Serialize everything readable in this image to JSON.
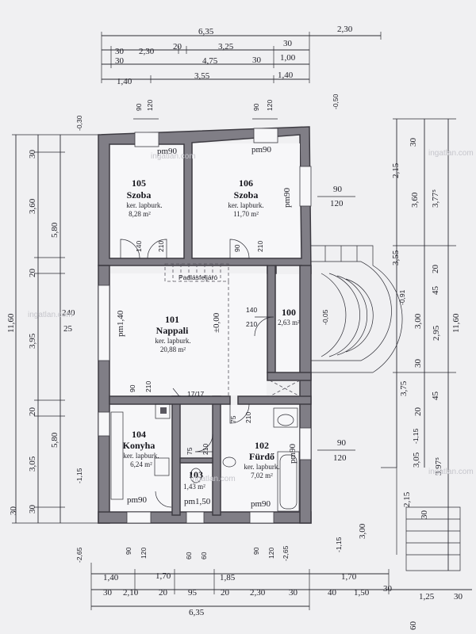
{
  "watermark": "ingatlan.com",
  "floor_code": "ker. lapburk.",
  "rooms": [
    {
      "num": "105",
      "name": "Szoba",
      "area": "8,28 m²",
      "door": "pm90"
    },
    {
      "num": "106",
      "name": "Szoba",
      "area": "11,70 m²",
      "door": "pm90"
    },
    {
      "num": "101",
      "name": "Nappali",
      "area": "20,88 m²",
      "level": "±0,00",
      "stair_label": "Padlásfeljáró",
      "stair_steps": "17/17"
    },
    {
      "num": "100",
      "area": "2,63 m²"
    },
    {
      "num": "104",
      "name": "Konyha",
      "area": "6,24 m²",
      "door": "pm90"
    },
    {
      "num": "103",
      "area": "1,43 m²"
    },
    {
      "num": "102",
      "name": "Fürdő",
      "area": "7,02 m²",
      "door": "pm90"
    }
  ],
  "openings": {
    "pm1_40": "pm1,40",
    "pm1_50": "pm1,50",
    "pm90": "pm90",
    "d140": "140",
    "d210": "210",
    "d90": "90",
    "d75": "75",
    "d120": "120",
    "d60": "60",
    "d240": "240",
    "d25": "25"
  },
  "dims_top": {
    "total": "6,35",
    "right": "2,30",
    "row2": [
      "30",
      "2,30",
      "20",
      "3,25",
      "30"
    ],
    "row3": [
      "30",
      "4,75",
      "30",
      "1,00"
    ],
    "row4": [
      "1,40",
      "3,55",
      "1,40"
    ]
  },
  "dims_bottom": {
    "row1": [
      "1,40",
      "1,70",
      "1,85",
      "1,70"
    ],
    "row2": [
      "30",
      "2,10",
      "20",
      "95",
      "20",
      "2,30",
      "30",
      "40",
      "1,50",
      "30",
      "1,25",
      "30"
    ],
    "total": "6,35"
  },
  "dims_left": {
    "outer": [
      "11,60"
    ],
    "mid": [
      "3,60",
      "3,95",
      "5,80",
      "3,05",
      "30"
    ],
    "inner": [
      "30",
      "5,80",
      "20",
      "20",
      "30"
    ]
  },
  "dims_right": {
    "a": [
      "2,15",
      "3,60",
      "3,77⁵",
      "3,55",
      "3,00",
      "3,75",
      "3,05",
      "2,15"
    ],
    "b": [
      "30",
      "20",
      "45",
      "30",
      "20",
      "45",
      "30",
      "3,97⁵"
    ],
    "c": [
      "2,95",
      "11,60"
    ],
    "d": [
      "90",
      "120",
      "90",
      "120",
      "3,00"
    ]
  },
  "levels": {
    "l1": "-0,30",
    "l2": "-0,50",
    "l3": "-0,05",
    "l4": "-0,91",
    "l5": "-1,15",
    "l6": "-1,15",
    "l7": "-2,65",
    "l8": "-2,65",
    "l9": "-1,15"
  },
  "edge_fragment": "60"
}
